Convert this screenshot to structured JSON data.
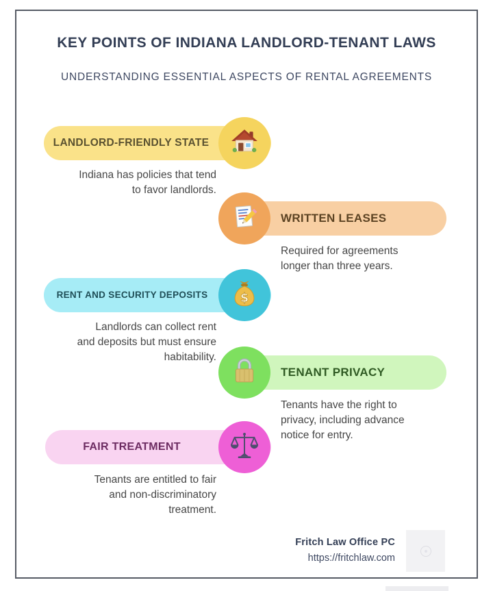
{
  "header": {
    "title": "KEY POINTS OF INDIANA LANDLORD-TENANT LAWS",
    "subtitle": "UNDERSTANDING ESSENTIAL ASPECTS OF RENTAL AGREEMENTS"
  },
  "theme": {
    "heading": "#333e55",
    "subheading": "#3d4761",
    "body_text": "#464646",
    "frame_border": "#555a64"
  },
  "items": [
    {
      "label": "LANDLORD-FRIENDLY STATE",
      "description": "Indiana has policies that tend\nto favor landlords.",
      "icon": "house-icon",
      "side": "left",
      "pill_color": "#fae289",
      "circle_color": "#f5d45e",
      "label_color": "#5a5130"
    },
    {
      "label": "WRITTEN LEASES",
      "description": "Required for agreements\nlonger than three years.",
      "icon": "memo-icon",
      "side": "right",
      "pill_color": "#f8cfa3",
      "circle_color": "#f0a55b",
      "label_color": "#5c4323"
    },
    {
      "label": "RENT AND SECURITY DEPOSITS",
      "description": "Landlords can collect rent\nand deposits but must ensure\nhabitability.",
      "icon": "money-bag-icon",
      "side": "left",
      "pill_color": "#a6ecf6",
      "circle_color": "#41c4da",
      "label_color": "#1f4e57"
    },
    {
      "label": "TENANT PRIVACY",
      "description": "Tenants have the right to\nprivacy, including advance\nnotice for entry.",
      "icon": "lock-icon",
      "side": "right",
      "pill_color": "#d0f6bd",
      "circle_color": "#7ee05f",
      "label_color": "#2f5a23"
    },
    {
      "label": "FAIR TREATMENT",
      "description": "Tenants are entitled to fair\nand non-discriminatory\ntreatment.",
      "icon": "scales-icon",
      "side": "left",
      "pill_color": "#f9d4f1",
      "circle_color": "#ee5fd6",
      "label_color": "#6d2c62"
    }
  ],
  "footer": {
    "company": "Fritch Law Office PC",
    "url": "https://fritchlaw.com"
  }
}
